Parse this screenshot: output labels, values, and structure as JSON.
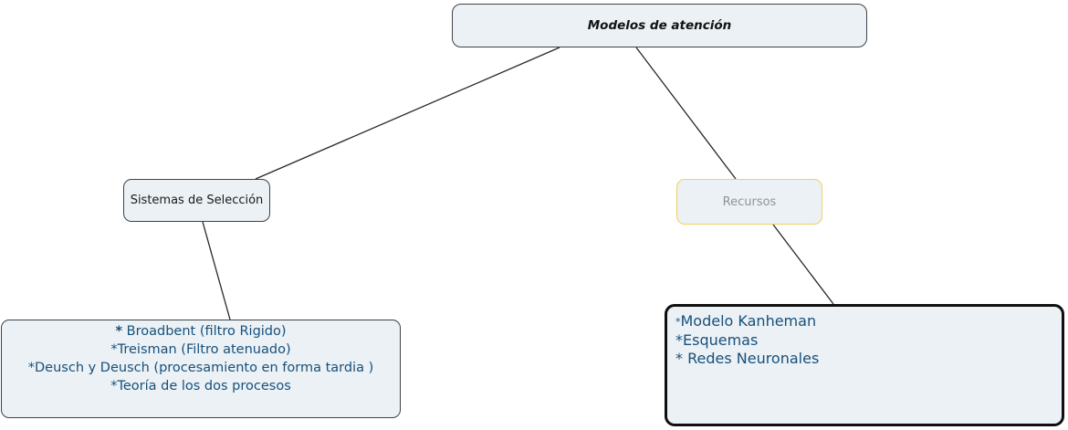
{
  "diagram": {
    "root": {
      "label": "Modelos de atención"
    },
    "seleccion": {
      "label": "Sistemas de Selección"
    },
    "recursos": {
      "label": "Recursos"
    },
    "seleccion_detail": {
      "lines": [
        {
          "bullet": "*",
          "text": " Broadbent (filtro Rigido)"
        },
        "*Treisman (Filtro atenuado)",
        "*Deusch y Deusch (procesamiento en forma tardia )",
        "*Teoría de los dos procesos"
      ]
    },
    "recursos_detail": {
      "lines": [
        {
          "bullet": "*",
          "text": "Modelo Kanheman"
        },
        "*Esquemas",
        "* Redes Neuronales"
      ]
    },
    "colors": {
      "node_fill": "#ebf1f4",
      "node_border": "#3d4349",
      "accent_border": "#f0d061",
      "thick_border": "#0f0f0f",
      "text_blue": "#17507c",
      "text_muted": "#8d959b",
      "connector": "#26282a"
    }
  }
}
